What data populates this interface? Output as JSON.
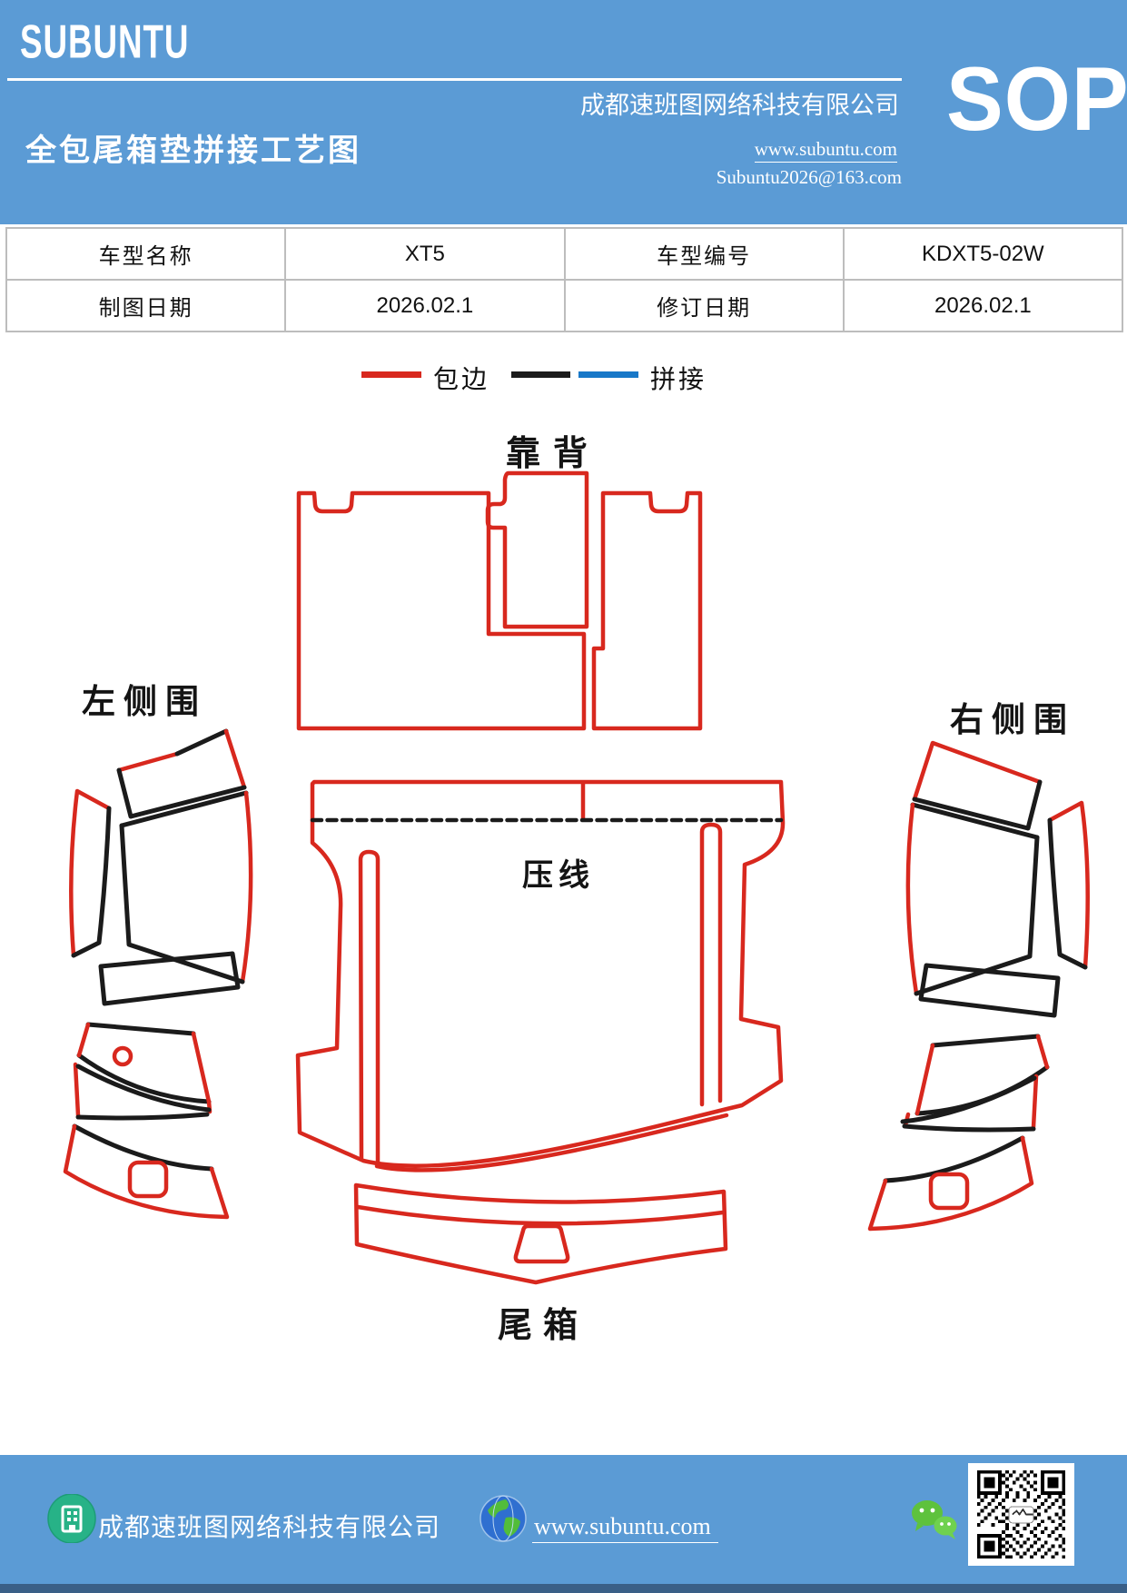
{
  "header": {
    "logo": "SUBUNTU",
    "company": "成都速班图网络科技有限公司",
    "title": "全包尾箱垫拼接工艺图",
    "website": "www.subuntu.com",
    "email": "Subuntu2026@163.com",
    "badge": "SOP"
  },
  "info_table": {
    "rows": [
      {
        "cells": [
          "车型名称",
          "XT5",
          "车型编号",
          "KDXT5-02W"
        ]
      },
      {
        "cells": [
          "制图日期",
          "2026.02.1",
          "修订日期",
          "2026.02.1"
        ]
      }
    ]
  },
  "legend": {
    "items": [
      {
        "label": "包边"
      },
      {
        "label": "拼接"
      }
    ]
  },
  "diagram": {
    "labels": {
      "backrest": "靠背",
      "press_line": "压线",
      "left_side": "左侧围",
      "right_side": "右侧围",
      "trunk": "尾箱"
    }
  },
  "footer": {
    "company": "成都速班图网络科技有限公司",
    "website": "www.subuntu.com"
  },
  "colors": {
    "brand_blue": "#5b9bd5",
    "footer_edge": "#3a5f87",
    "edge_red": "#d8281e",
    "ink": "#1b1b1b",
    "splice_blue": "#1878c8",
    "table_border": "#bdbdbd",
    "icon_teal": "#27b287",
    "wechat_green": "#5ec23d",
    "globe_blue": "#2f6fd0",
    "globe_green": "#52bd3a"
  }
}
